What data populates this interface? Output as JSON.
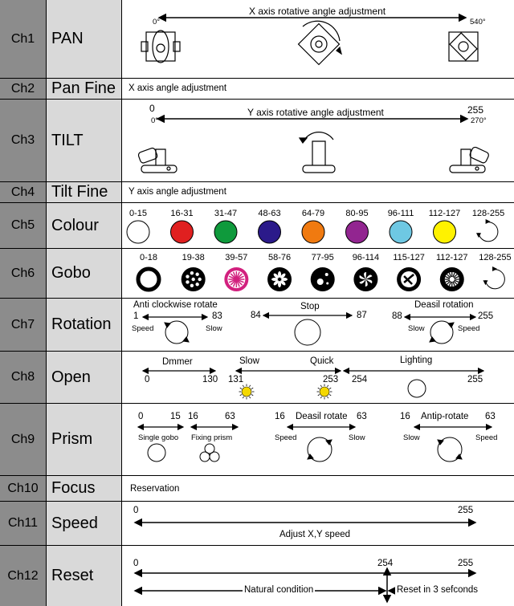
{
  "channels": [
    {
      "ch": "Ch1",
      "name": "PAN"
    },
    {
      "ch": "Ch2",
      "name": "Pan Fine"
    },
    {
      "ch": "Ch3",
      "name": "TILT"
    },
    {
      "ch": "Ch4",
      "name": "Tilt Fine"
    },
    {
      "ch": "Ch5",
      "name": "Colour"
    },
    {
      "ch": "Ch6",
      "name": "Gobo"
    },
    {
      "ch": "Ch7",
      "name": "Rotation"
    },
    {
      "ch": "Ch8",
      "name": "Open"
    },
    {
      "ch": "Ch9",
      "name": "Prism"
    },
    {
      "ch": "Ch10",
      "name": "Focus"
    },
    {
      "ch": "Ch11",
      "name": "Speed"
    },
    {
      "ch": "Ch12",
      "name": "Reset"
    }
  ],
  "pan": {
    "title": "X axis rotative angle adjustment",
    "start": "0°",
    "end": "540°"
  },
  "pan_fine": {
    "text": "X axis angle adjustment"
  },
  "tilt": {
    "title": "Y axis rotative angle adjustment",
    "start_val": "0",
    "start_deg": "0°",
    "end_val": "255",
    "end_deg": "270°"
  },
  "tilt_fine": {
    "text": "Y axis angle adjustment"
  },
  "colour": {
    "ranges": [
      "0-15",
      "16-31",
      "31-47",
      "48-63",
      "64-79",
      "80-95",
      "96-111",
      "112-127",
      "128-255"
    ],
    "colors": [
      "#ffffff",
      "#e02020",
      "#0f9a3c",
      "#2b1a8a",
      "#f07a10",
      "#922590",
      "#6ec8e3",
      "#fff200",
      "rotate"
    ]
  },
  "gobo": {
    "ranges": [
      "0-18",
      "19-38",
      "39-57",
      "58-76",
      "77-95",
      "96-114",
      "115-127",
      "112-127",
      "128-255"
    ]
  },
  "rotation": {
    "acw_label": "Anti clockwise rotate",
    "acw_start": "1",
    "acw_end": "83",
    "acw_speed": "Speed",
    "acw_slow": "Slow",
    "stop_label": "Stop",
    "stop_start": "84",
    "stop_end": "87",
    "cw_label": "Deasil rotation",
    "cw_start": "88",
    "cw_end": "255",
    "cw_slow": "Slow",
    "cw_speed": "Speed"
  },
  "open": {
    "dimmer_label": "Dmmer",
    "dimmer_start": "0",
    "dimmer_end": "130",
    "slow_label": "Slow",
    "quick_label": "Quick",
    "strobe_start": "131",
    "strobe_end": "253",
    "light_label": "Lighting",
    "light_start": "254",
    "light_end": "255",
    "strobe_color": "#f4d800"
  },
  "prism": {
    "single_start": "0",
    "single_end": "15",
    "single_label": "Single gobo",
    "fix_start": "16",
    "fix_end": "63",
    "fix_label": "Fixing prism",
    "deasil_start": "16",
    "deasil_label": "Deasil rotate",
    "deasil_end": "63",
    "deasil_speed": "Speed",
    "deasil_slow": "Slow",
    "anti_start": "16",
    "anti_label": "Antip-rotate",
    "anti_end": "63",
    "anti_slow": "Slow",
    "anti_speed": "Speed"
  },
  "focus": {
    "text": "Reservation"
  },
  "speed": {
    "start": "0",
    "end": "255",
    "label": "Adjust X,Y speed"
  },
  "reset": {
    "start": "0",
    "mid": "254",
    "end": "255",
    "natural": "Natural condition",
    "reset_text": "Reset in 3 sefconds"
  }
}
